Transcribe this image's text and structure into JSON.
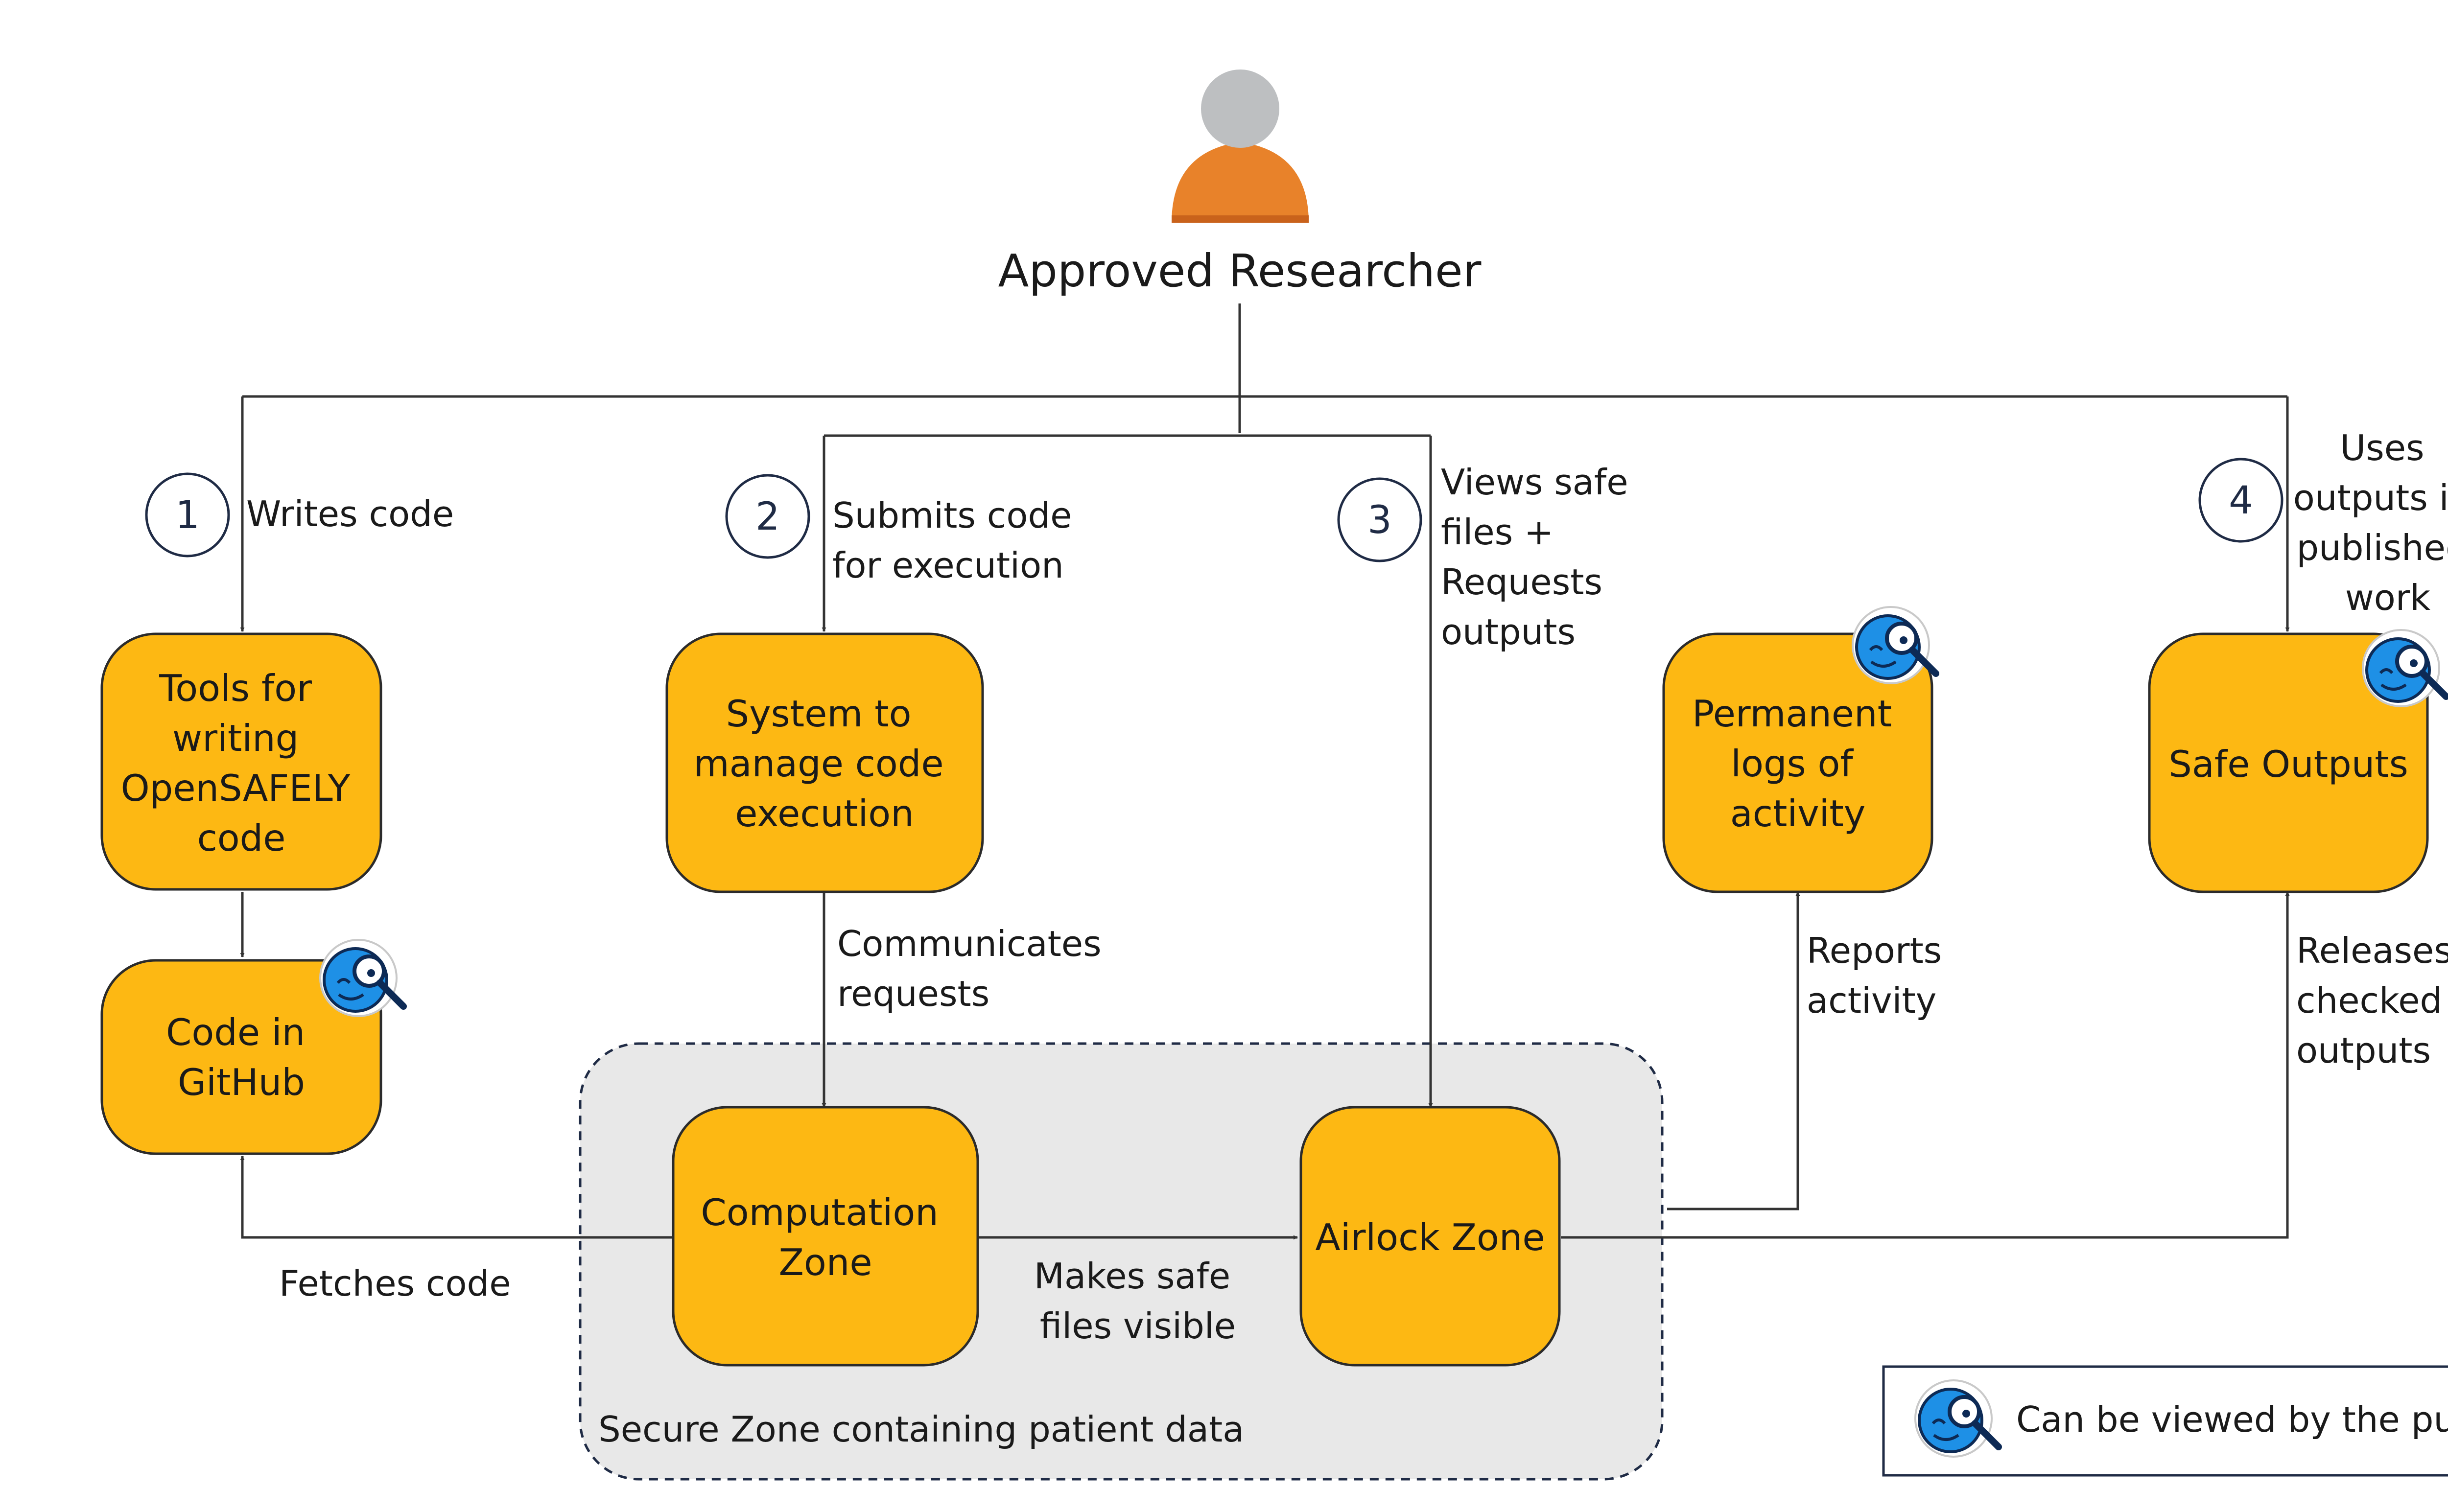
{
  "researcher": {
    "label": "Approved Researcher"
  },
  "steps": [
    "1",
    "2",
    "3",
    "4"
  ],
  "nodes": {
    "tools": [
      "Tools for",
      "writing",
      "OpenSAFELY",
      "code"
    ],
    "github": [
      "Code in",
      "GitHub"
    ],
    "system": [
      "System to",
      "manage code",
      "execution"
    ],
    "logs": [
      "Permanent",
      "logs of",
      "activity"
    ],
    "outputs": [
      "Safe Outputs"
    ],
    "computation": [
      "Computation",
      "Zone"
    ],
    "airlock": [
      "Airlock Zone"
    ]
  },
  "edges": {
    "writes_code": [
      "Writes code"
    ],
    "submits_code": [
      "Submits code",
      "for execution"
    ],
    "views_files": [
      "Views safe",
      "files +",
      "Requests",
      "outputs"
    ],
    "uses_outputs": [
      "Uses",
      "outputs in",
      "published",
      "work"
    ],
    "communicates": [
      "Communicates",
      "requests"
    ],
    "reports": [
      "Reports",
      "activity"
    ],
    "releases": [
      "Releases",
      "checked",
      "outputs"
    ],
    "fetches": [
      "Fetches code"
    ],
    "makes_visible": [
      "Makes safe",
      "files visible"
    ]
  },
  "zone": {
    "label": "Secure Zone containing patient data"
  },
  "legend": {
    "label": "Can be viewed by the public"
  },
  "colors": {
    "node_fill": "#FDB813",
    "node_stroke": "#2b2b2b",
    "zone_fill": "#E8E8E8",
    "line": "#333333",
    "person_head": "#BDBFC1",
    "person_body": "#E8822A",
    "icon_blue": "#1E90E6"
  },
  "icons": {
    "person": "person-icon",
    "public": "public-view-icon"
  }
}
